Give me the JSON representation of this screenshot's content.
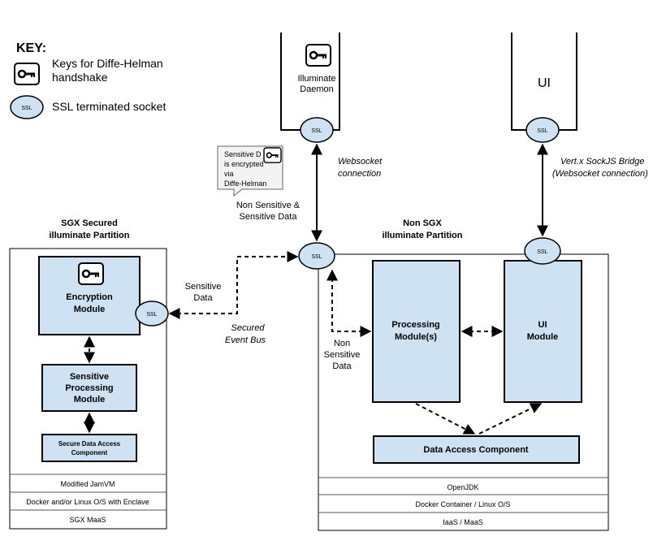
{
  "key": {
    "title": "KEY:",
    "key_item": "Keys for Diffe-Helman handshake",
    "ssl_item": "SSL terminated socket",
    "ssl_symbol": "SSL"
  },
  "nodes": {
    "illuminate_daemon": "Illuminate Daemon",
    "ui": "UI",
    "encryption_module": "Encryption Module",
    "sensitive_processing": "Sensitive Processing Module",
    "secure_data_access": "Secure Data Access Component",
    "processing_modules": "Processing Module(s)",
    "ui_module": "UI Module",
    "data_access": "Data Access Component"
  },
  "partitions": {
    "sgx": "SGX Secured illuminate Partition",
    "non_sgx": "Non SGX illuminate Partition"
  },
  "layers": {
    "sgx": [
      "Modified JamVM",
      "Docker and/or Linux O/S with Enclave",
      "SGX MaaS"
    ],
    "non_sgx": [
      "OpenJDK",
      "Docker Container / Linux O/S",
      "IaaS / MaaS"
    ]
  },
  "labels": {
    "websocket": "Websocket connection",
    "vertx": "Vert.x SockJS Bridge (Websocket connection)",
    "non_sensitive_and_sensitive": "Non Sensitive & Sensitive Data",
    "sensitive_data": "Sensitive Data",
    "secured_event_bus": "Secured Event Bus",
    "non_sensitive_data": "Non Sensitive Data"
  },
  "note": "Sensitive Data is encrypted via Diffe-Helman",
  "colors": {
    "module_fill": "#cfe2f3",
    "ssl_fill": "#cfe2f3",
    "stroke": "#000000"
  }
}
